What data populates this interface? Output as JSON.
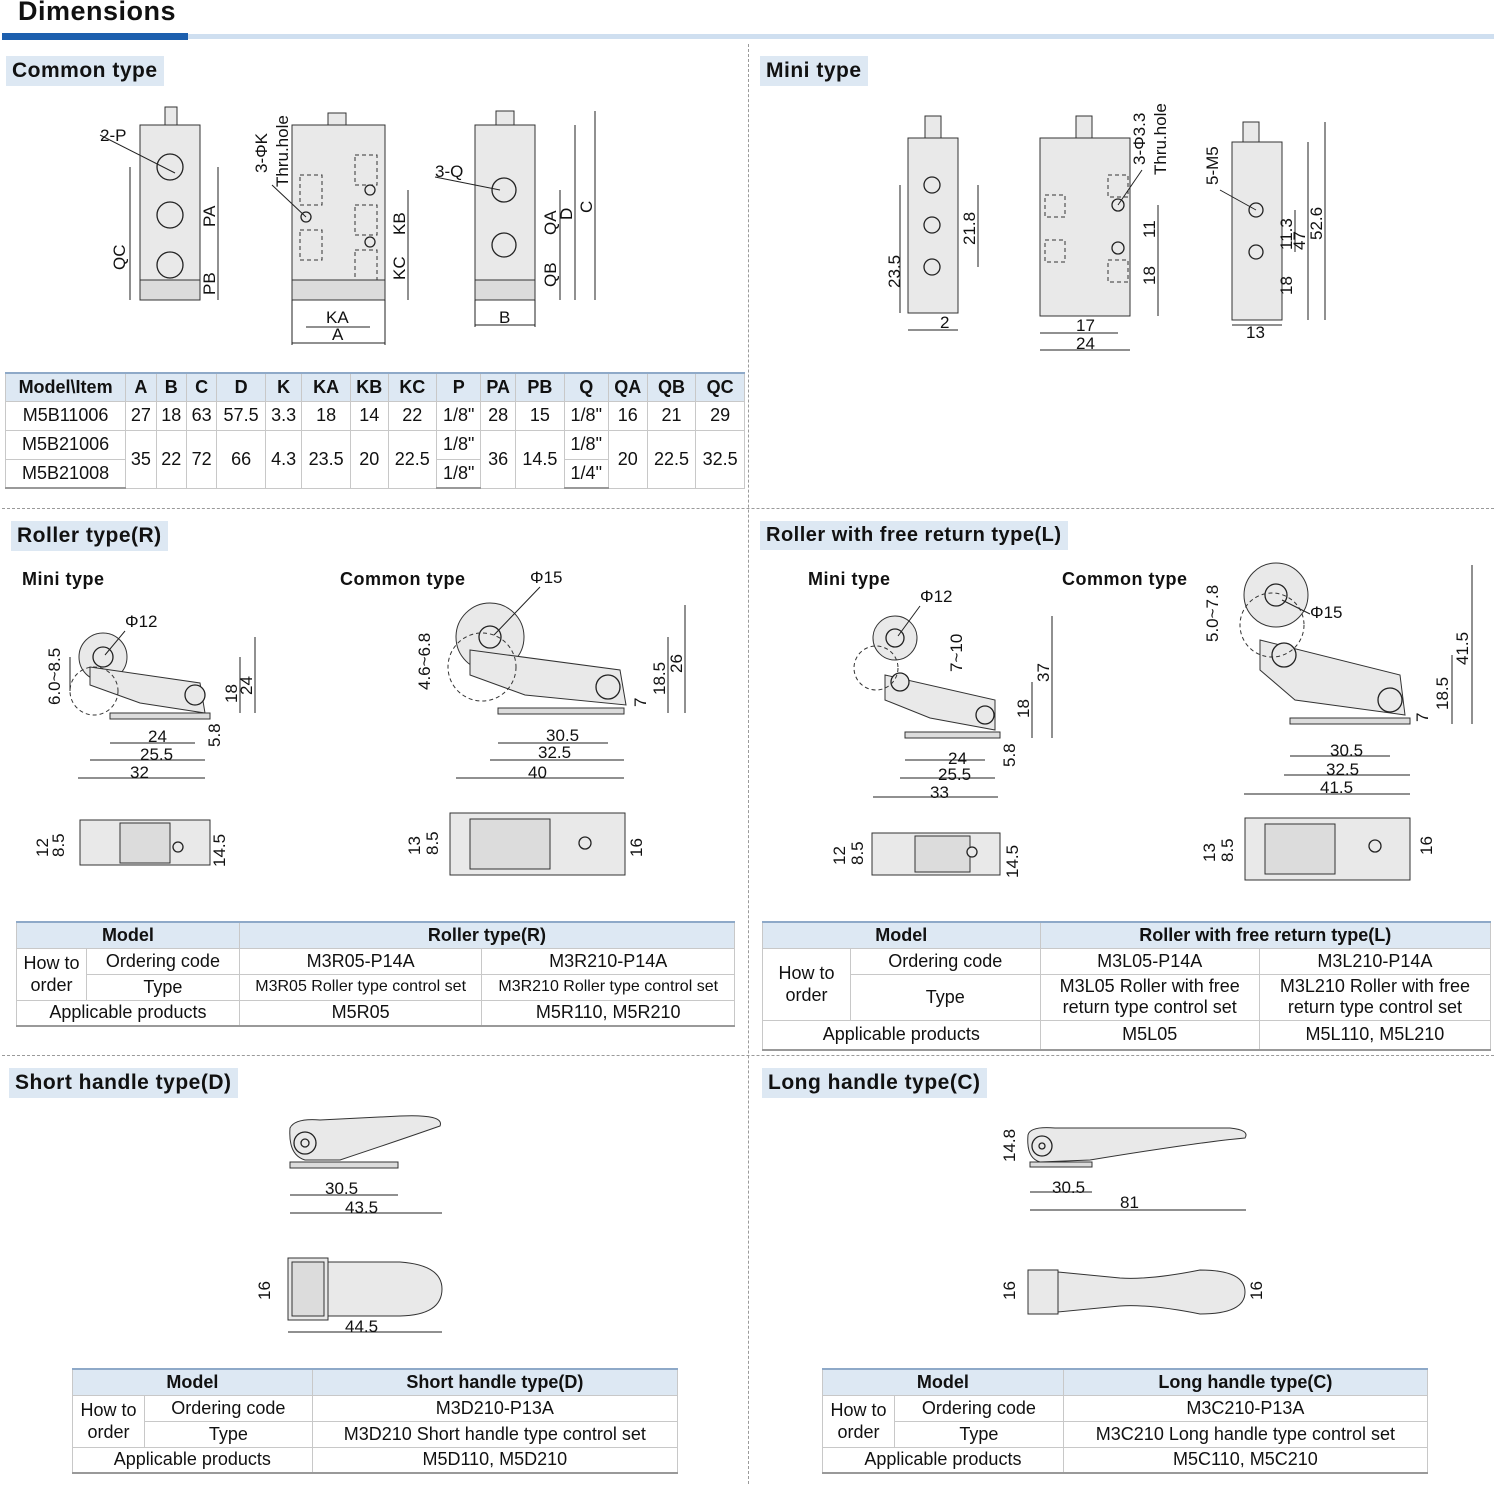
{
  "page": {
    "title": "Dimensions"
  },
  "sections": {
    "common": "Common  type",
    "mini": "Mini type",
    "roller": "Roller type(R)",
    "roller_free": "Roller with free return type(L)",
    "short_handle": "Short handle type(D)",
    "long_handle": "Long handle type(C)"
  },
  "subs": {
    "mini": "Mini type",
    "common": "Common type"
  },
  "labels": {
    "c2p": "2-P",
    "cPA": "PA",
    "cPB": "PB",
    "cQC": "QC",
    "c3k": "3-ΦK",
    "cthru": "Thru.hole",
    "cKB": "KB",
    "cKC": "KC",
    "cKA": "KA",
    "cA": "A",
    "c3q": "3-Q",
    "cQA": "QA",
    "cQB": "QB",
    "cD": "D",
    "cC": "C",
    "cB": "B",
    "m235": "23.5",
    "m218": "21.8",
    "m2": "2",
    "m33": "3-Φ3.3",
    "mthru": "Thru.hole",
    "m11": "11",
    "m18": "18",
    "m17": "17",
    "m24": "24",
    "m5m5": "5-M5",
    "m113": "11.3",
    "m47": "47",
    "m526": "52.6",
    "m18b": "18",
    "m13": "13",
    "r_phi12": "Φ12",
    "r_608": "6.0~8.5",
    "r_18": "18",
    "r_24": "24",
    "r_58": "5.8",
    "r_d24": "24",
    "r_255": "25.5",
    "r_32": "32",
    "r_phi15": "Φ15",
    "r_468": "4.6~6.8",
    "r_185": "18.5",
    "r_26": "26",
    "r_7": "7",
    "r_305": "30.5",
    "r_325": "32.5",
    "r_40": "40",
    "r_12": "12",
    "r_85": "8.5",
    "r_145": "14.5",
    "r_13": "13",
    "r_85b": "8.5",
    "r_16": "16",
    "l_phi12": "Φ12",
    "l_710": "7~10",
    "l_37": "37",
    "l_18": "18",
    "l_58": "5.8",
    "l_24": "24",
    "l_255": "25.5",
    "l_33": "33",
    "l_578": "5.0~7.8",
    "l_phi15": "Φ15",
    "l_415": "41.5",
    "l_185": "18.5",
    "l_7": "7",
    "l_305": "30.5",
    "l_325": "32.5",
    "l_415b": "41.5",
    "l_12": "12",
    "l_85": "8.5",
    "l_145": "14.5",
    "l_13": "13",
    "l_85b": "8.5",
    "l_16": "16",
    "d_305": "30.5",
    "d_435": "43.5",
    "d_16": "16",
    "d_445": "44.5",
    "c_148": "14.8",
    "c_305": "30.5",
    "c_81": "81",
    "c_16": "16",
    "c_16b": "16"
  },
  "common_table": {
    "headers": [
      "Model\\Item",
      "A",
      "B",
      "C",
      "D",
      "K",
      "KA",
      "KB",
      "KC",
      "P",
      "PA",
      "PB",
      "Q",
      "QA",
      "QB",
      "QC"
    ],
    "row1": [
      "M5B11006",
      "27",
      "18",
      "63",
      "57.5",
      "3.3",
      "18",
      "14",
      "22",
      "1/8\"",
      "28",
      "15",
      "1/8\"",
      "16",
      "21",
      "29"
    ],
    "row2_model": "M5B21006",
    "row3_model": "M5B21008",
    "shared": [
      "35",
      "22",
      "72",
      "66",
      "4.3",
      "23.5",
      "20",
      "22.5"
    ],
    "p2": "1/8\"",
    "p3": "1/8\"",
    "pa_pb": [
      "36",
      "14.5"
    ],
    "q2": "1/8\"",
    "q3": "1/4\"",
    "qa_qb_qc": [
      "20",
      "22.5",
      "32.5"
    ]
  },
  "roller_table": {
    "model": "Model",
    "group": "Roller type(R)",
    "how_to": "How to",
    "order": "order",
    "ordering_code": "Ordering code",
    "type": "Type",
    "applicable": "Applicable  products",
    "codes": [
      "M3R05-P14A",
      "M3R210-P14A"
    ],
    "types": [
      "M3R05 Roller type control set",
      "M3R210 Roller type control set"
    ],
    "products": [
      "M5R05",
      "M5R110, M5R210"
    ]
  },
  "roller_free_table": {
    "model": "Model",
    "group": "Roller with free return type(L)",
    "how_to": "How to",
    "order": "order",
    "ordering_code": "Ordering code",
    "type": "Type",
    "applicable": "Applicable  products",
    "codes": [
      "M3L05-P14A",
      "M3L210-P14A"
    ],
    "types_a": [
      "M3L05 Roller with free",
      "M3L210 Roller with free"
    ],
    "types_b": [
      "return type control set",
      "return type control set"
    ],
    "products": [
      "M5L05",
      "M5L110, M5L210"
    ]
  },
  "short_table": {
    "model": "Model",
    "group": "Short handle type(D)",
    "how_to": "How to",
    "order": "order",
    "ordering_code": "Ordering code",
    "type": "Type",
    "applicable": "Applicable  products",
    "code": "M3D210-P13A",
    "type_val": "M3D210 Short handle type control set",
    "products": "M5D110, M5D210"
  },
  "long_table": {
    "model": "Model",
    "group": "Long handle type(C)",
    "how_to": "How to",
    "order": "order",
    "ordering_code": "Ordering code",
    "type": "Type",
    "applicable": "Applicable  products",
    "code": "M3C210-P13A",
    "type_val": "M3C210 Long handle type control set",
    "products": "M5C110, M5C210"
  },
  "colors": {
    "accent": "#1d5fae",
    "accent_light": "#cfdff0",
    "label_bg": "#dde8f3",
    "part_fill": "#e9e9e9"
  }
}
